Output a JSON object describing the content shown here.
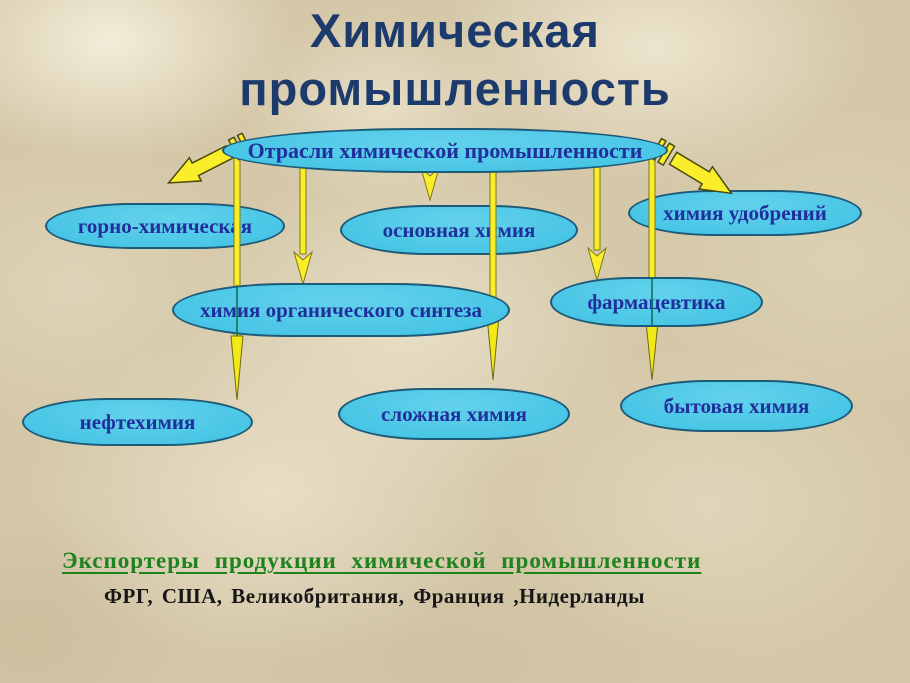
{
  "title": {
    "line1": "Химическая",
    "line2": "промышленность"
  },
  "diagram": {
    "root": {
      "label": "Отрасли химической промышленности"
    },
    "nodes": [
      {
        "id": "gorno",
        "label": "горно-химическая"
      },
      {
        "id": "osnov",
        "label": "основная химия"
      },
      {
        "id": "udobr",
        "label": "химия удобрений"
      },
      {
        "id": "organic",
        "label": "химия органического синтеза"
      },
      {
        "id": "pharma",
        "label": "фармацевтика"
      },
      {
        "id": "nefte",
        "label": "нефтехимия"
      },
      {
        "id": "slozh",
        "label": "сложная химия"
      },
      {
        "id": "bytov",
        "label": "бытовая химия"
      }
    ],
    "connector_color": "#faee2a",
    "connector_edge_color": "#7d7a10"
  },
  "footer": {
    "heading": "Экспортеры продукции химической промышленности",
    "countries": "ФРГ, США, Великобритания, Франция ,Нидерланды"
  },
  "colors": {
    "background": "#d5c8a9",
    "title_text": "#1d3a6d",
    "node_fill": "#4ac6e6",
    "node_border": "#1d5a78",
    "node_text": "#202f9c",
    "arrow_yellow": "#faee2a",
    "heading_green": "#1e821e",
    "countries_text": "#161616"
  }
}
